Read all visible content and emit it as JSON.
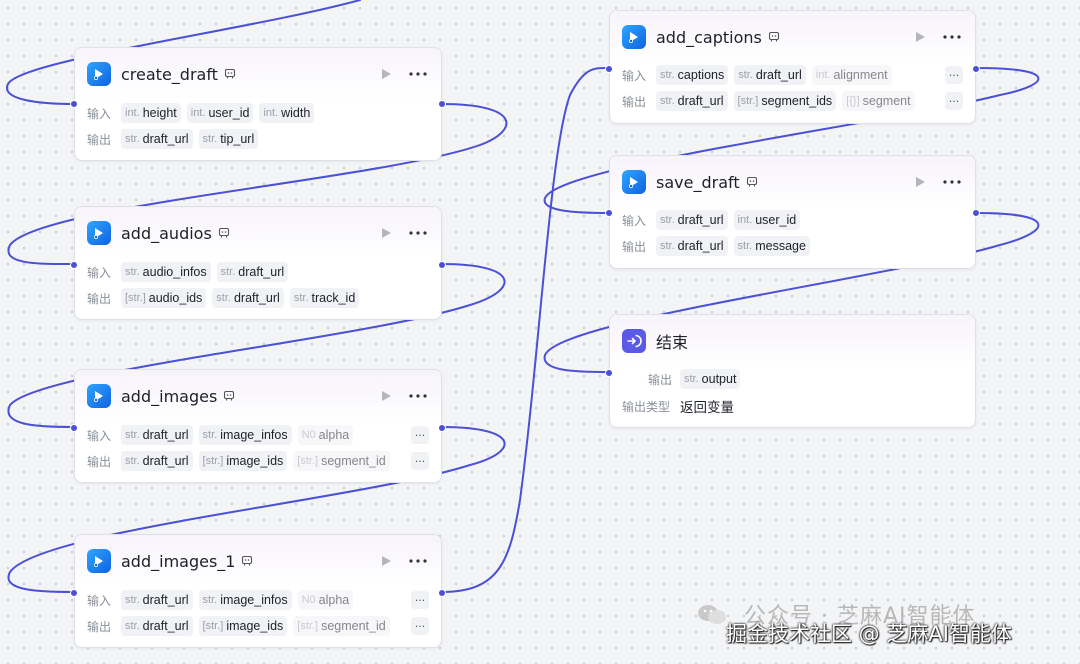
{
  "labels": {
    "input": "输入",
    "output": "输出",
    "output_type": "输出类型"
  },
  "nodes": {
    "create_draft": {
      "title": "create_draft",
      "inputs": [
        {
          "type": "int.",
          "name": "height"
        },
        {
          "type": "int.",
          "name": "user_id"
        },
        {
          "type": "int.",
          "name": "width"
        }
      ],
      "outputs": [
        {
          "type": "str.",
          "name": "draft_url"
        },
        {
          "type": "str.",
          "name": "tip_url"
        }
      ]
    },
    "add_audios": {
      "title": "add_audios",
      "inputs": [
        {
          "type": "str.",
          "name": "audio_infos"
        },
        {
          "type": "str.",
          "name": "draft_url"
        }
      ],
      "outputs": [
        {
          "type": "[str.]",
          "name": "audio_ids"
        },
        {
          "type": "str.",
          "name": "draft_url"
        },
        {
          "type": "str.",
          "name": "track_id"
        }
      ]
    },
    "add_images": {
      "title": "add_images",
      "inputs": [
        {
          "type": "str.",
          "name": "draft_url"
        },
        {
          "type": "str.",
          "name": "image_infos"
        },
        {
          "type": "N0",
          "name": "alpha"
        }
      ],
      "outputs": [
        {
          "type": "str.",
          "name": "draft_url"
        },
        {
          "type": "[str.]",
          "name": "image_ids"
        },
        {
          "type": "[str.]",
          "name": "segment_id"
        }
      ]
    },
    "add_images_1": {
      "title": "add_images_1",
      "inputs": [
        {
          "type": "str.",
          "name": "draft_url"
        },
        {
          "type": "str.",
          "name": "image_infos"
        },
        {
          "type": "N0",
          "name": "alpha"
        }
      ],
      "outputs": [
        {
          "type": "str.",
          "name": "draft_url"
        },
        {
          "type": "[str.]",
          "name": "image_ids"
        },
        {
          "type": "[str.]",
          "name": "segment_id"
        }
      ]
    },
    "add_captions": {
      "title": "add_captions",
      "inputs": [
        {
          "type": "str.",
          "name": "captions"
        },
        {
          "type": "str.",
          "name": "draft_url"
        },
        {
          "type": "int.",
          "name": "alignment"
        }
      ],
      "outputs": [
        {
          "type": "str.",
          "name": "draft_url"
        },
        {
          "type": "[str.]",
          "name": "segment_ids"
        },
        {
          "type": "[{}]",
          "name": "segment"
        }
      ]
    },
    "save_draft": {
      "title": "save_draft",
      "inputs": [
        {
          "type": "str.",
          "name": "draft_url"
        },
        {
          "type": "int.",
          "name": "user_id"
        }
      ],
      "outputs": [
        {
          "type": "str.",
          "name": "draft_url"
        },
        {
          "type": "str.",
          "name": "message"
        }
      ]
    },
    "end": {
      "title": "结束",
      "outputs": [
        {
          "type": "str.",
          "name": "output"
        }
      ],
      "output_type_value": "返回变量"
    }
  },
  "watermark": {
    "line1": "公众号 · 芝麻AI智能体",
    "line2": "掘金技术社区 @ 芝麻AI智能体"
  },
  "colors": {
    "edge": "#4b50d6",
    "port": "#4b50d6",
    "icon_blue": "#1a7cf0",
    "end_icon": "#5a5ae6"
  },
  "icons": {
    "plugin": "play-plugin-icon",
    "end": "end-node-icon",
    "run": "play-icon",
    "more": "more-dots-icon"
  }
}
